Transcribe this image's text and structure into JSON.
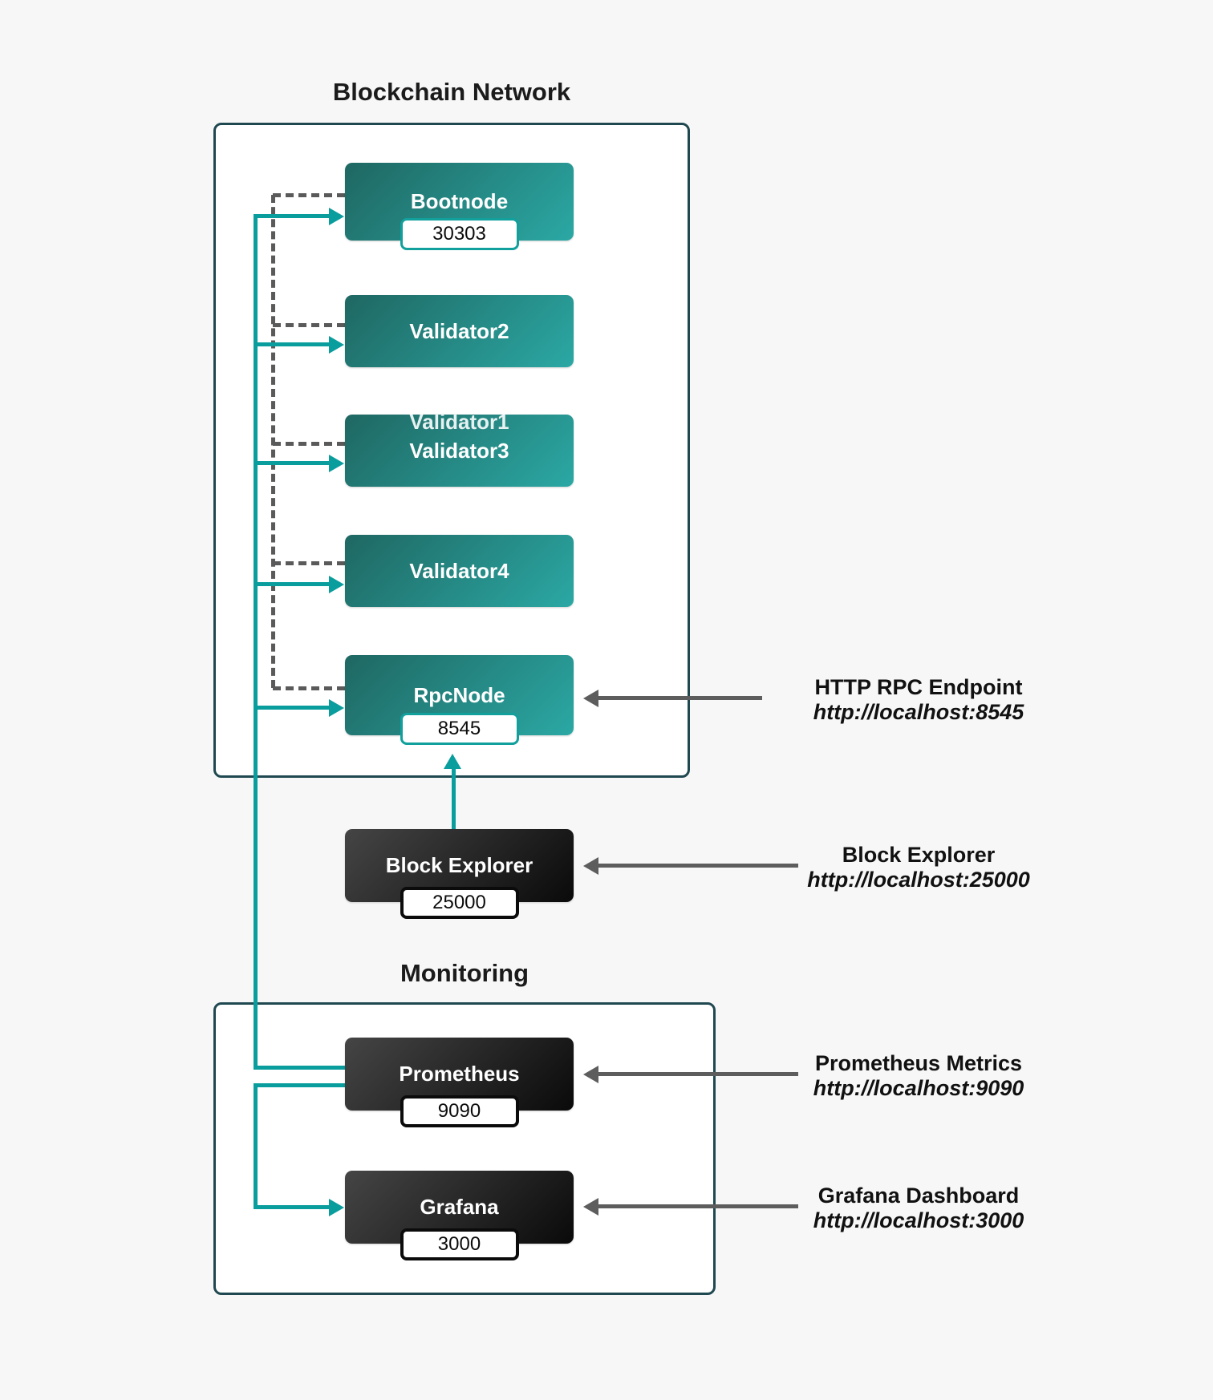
{
  "page": {
    "background_color": "#f7f7f8",
    "accent_teal": "#0a9d9d",
    "container_border_color": "#1f4850",
    "gray_arrow_color": "#5d5d5d",
    "node_teal_gradient": [
      "#1f6762",
      "#2ba8a4"
    ],
    "node_dark_gradient": [
      "#454545",
      "#0a0a0a"
    ]
  },
  "blockchain_network": {
    "title": "Blockchain Network",
    "nodes": [
      {
        "label": "Bootnode",
        "port": "30303"
      },
      {
        "label": "Validator2"
      },
      {
        "label": "Validator3"
      },
      {
        "label": "Validator4"
      },
      {
        "label": "RpcNode",
        "port": "8545"
      }
    ],
    "hidden_node_label": "Validator1"
  },
  "block_explorer": {
    "label": "Block Explorer",
    "port": "25000"
  },
  "monitoring": {
    "title": "Monitoring",
    "nodes": [
      {
        "label": "Prometheus",
        "port": "9090"
      },
      {
        "label": "Grafana",
        "port": "3000"
      }
    ]
  },
  "annotations": [
    {
      "title": "HTTP RPC Endpoint",
      "url": "http://localhost:8545"
    },
    {
      "title": "Block Explorer",
      "url": "http://localhost:25000"
    },
    {
      "title": "Prometheus Metrics",
      "url": "http://localhost:9090"
    },
    {
      "title": "Grafana Dashboard",
      "url": "http://localhost:3000"
    }
  ]
}
